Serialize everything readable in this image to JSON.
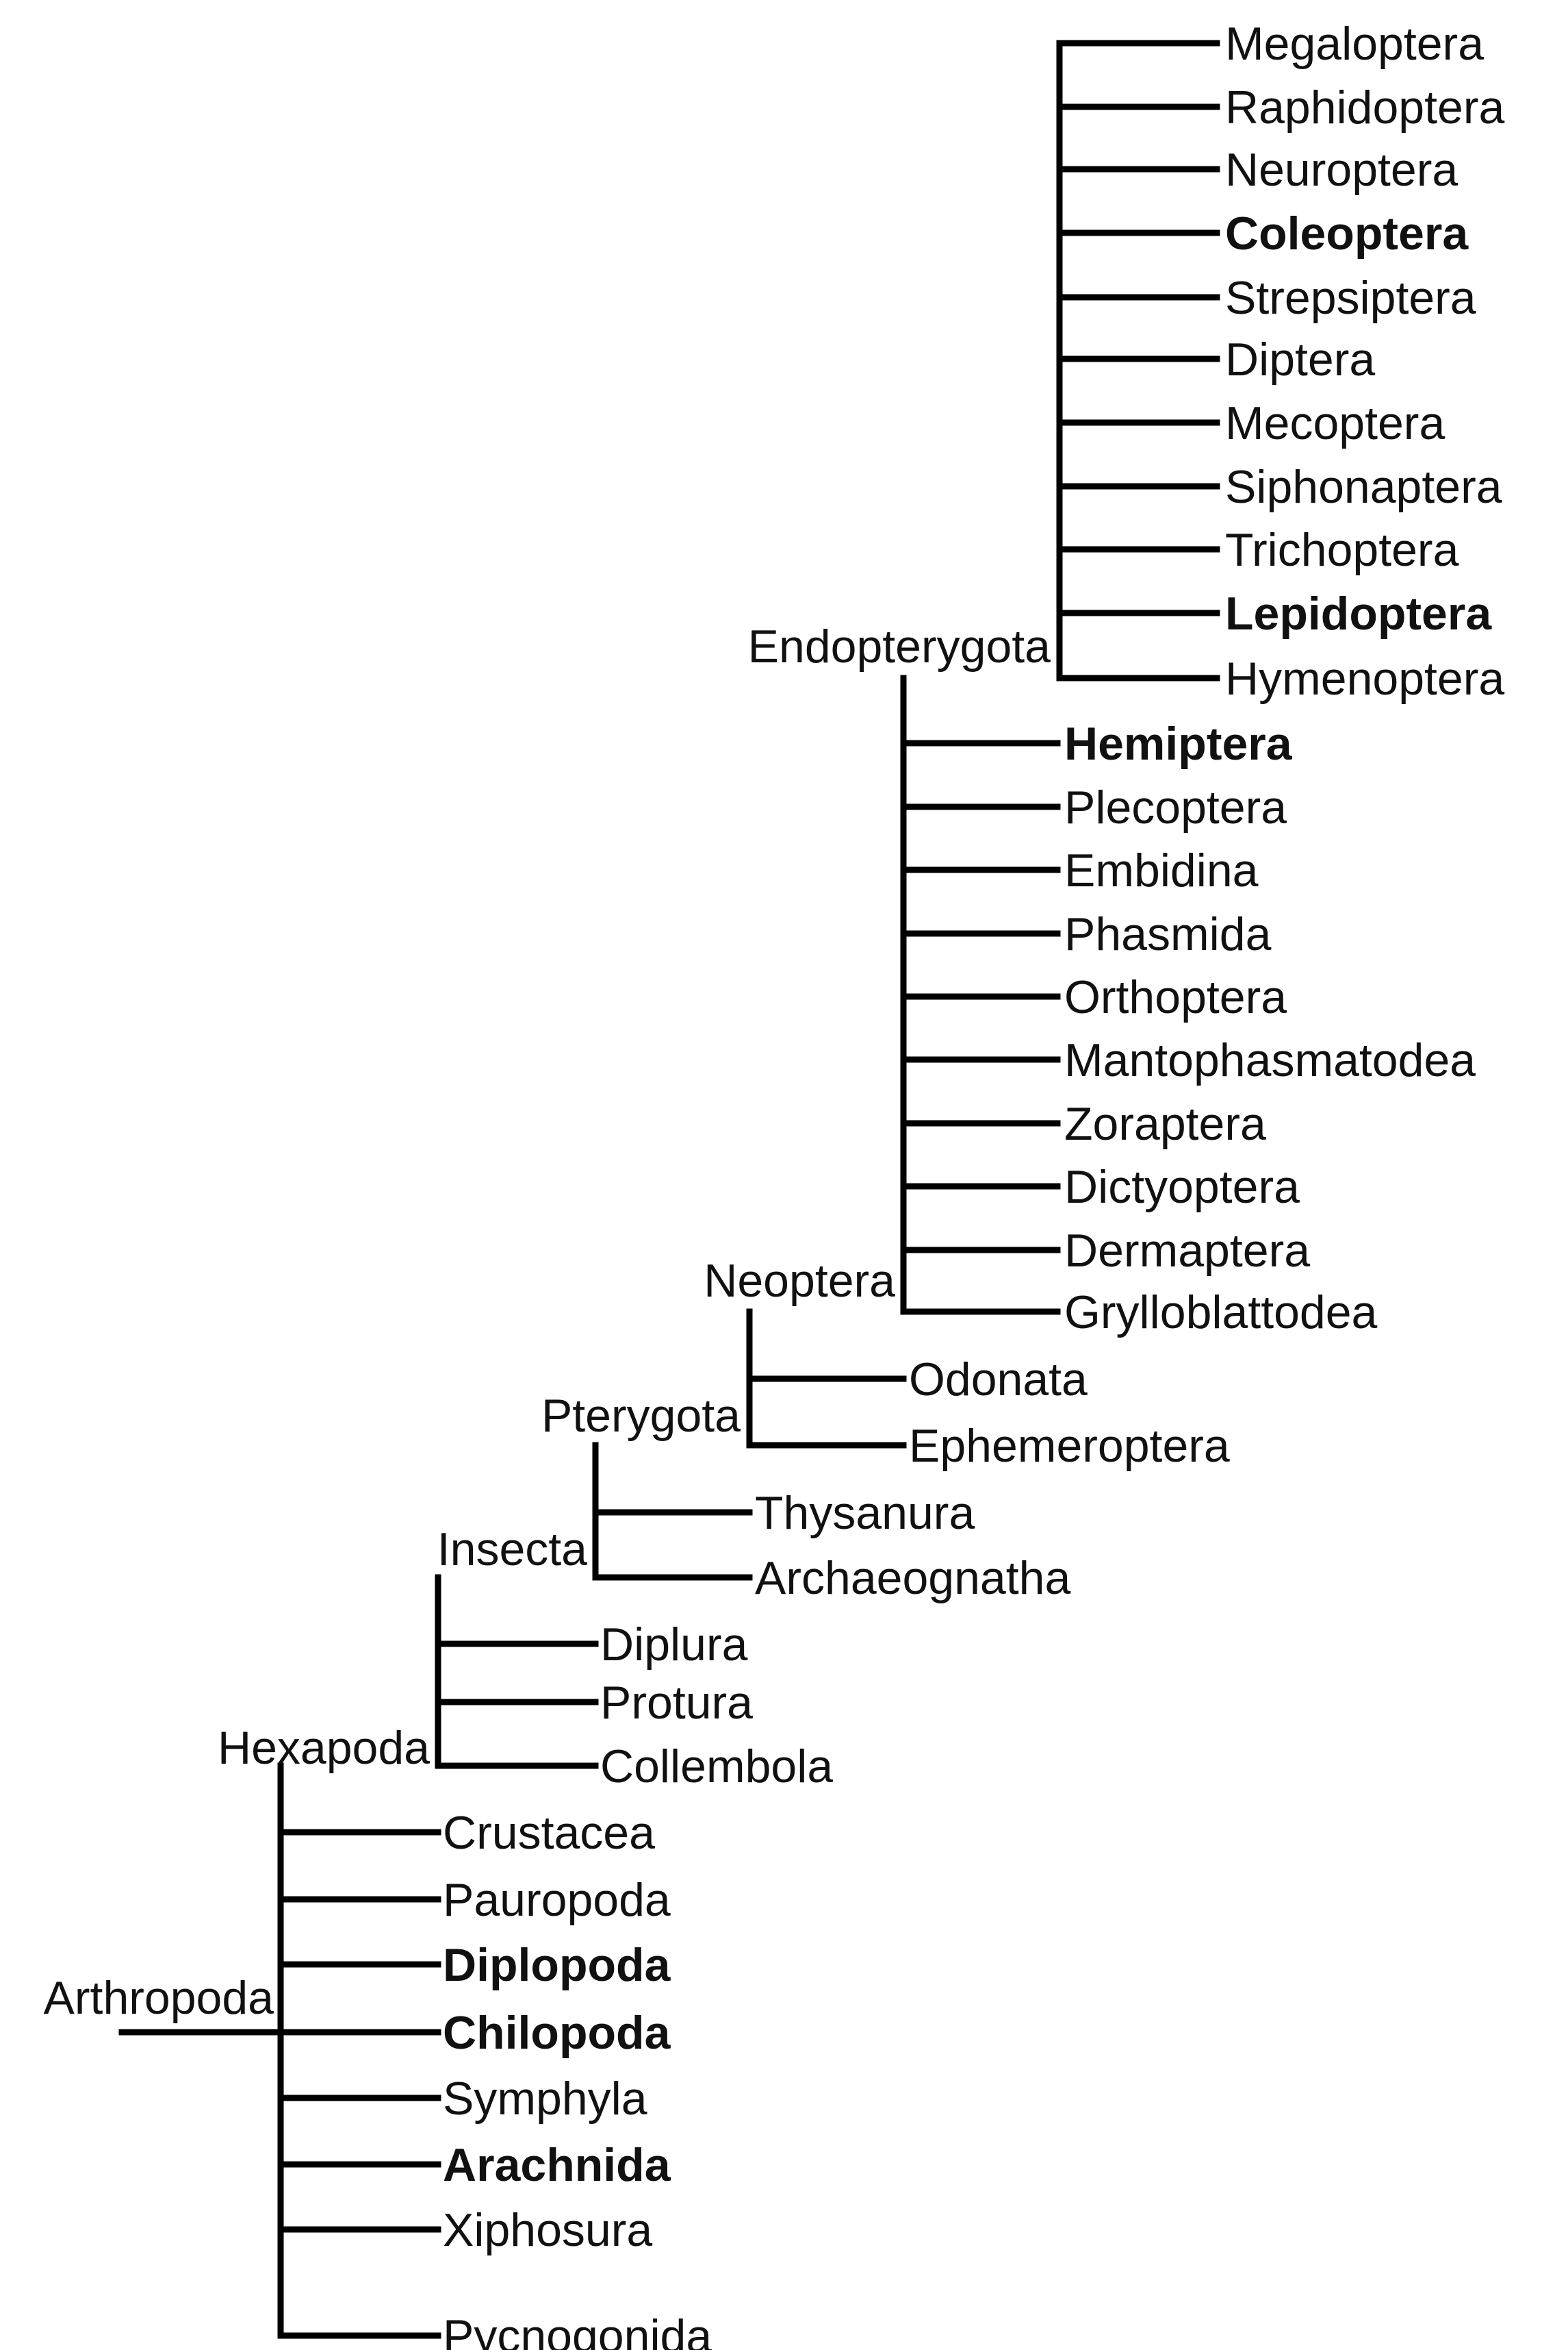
{
  "colors": {
    "line": "#000000",
    "text": "#111111",
    "blue": "#1f1fc8",
    "red": "#cc1a1a",
    "purple": "#9a2aa8"
  },
  "groups": {
    "arthropoda": "Arthropoda",
    "hexapoda": "Hexapoda",
    "insecta": "Insecta",
    "pterygota": "Pterygota",
    "neoptera": "Neoptera",
    "endopterygota": "Endopterygota"
  },
  "taxa": {
    "megaloptera": "Megaloptera",
    "raphidoptera": "Raphidoptera",
    "neuroptera": "Neuroptera",
    "coleoptera": "Coleoptera",
    "strepsiptera": "Strepsiptera",
    "diptera": "Diptera",
    "mecoptera": "Mecoptera",
    "siphonaptera": "Siphonaptera",
    "trichoptera": "Trichoptera",
    "lepidoptera": "Lepidoptera",
    "hymenoptera": "Hymenoptera",
    "hemiptera": "Hemiptera",
    "plecoptera": "Plecoptera",
    "embidina": "Embidina",
    "phasmida": "Phasmida",
    "orthoptera": "Orthoptera",
    "mantophasmatodea": "Mantophasmatodea",
    "zoraptera": "Zoraptera",
    "dictyoptera": "Dictyoptera",
    "dermaptera": "Dermaptera",
    "grylloblattodea": "Grylloblattodea",
    "odonata": "Odonata",
    "ephemeroptera": "Ephemeroptera",
    "thysanura": "Thysanura",
    "archaeognatha": "Archaeognatha",
    "diplura": "Diplura",
    "protura": "Protura",
    "collembola": "Collembola",
    "crustacea": "Crustacea",
    "pauropoda": "Pauropoda",
    "diplopoda": "Diplopoda",
    "chilopoda": "Chilopoda",
    "symphyla": "Symphyla",
    "arachnida": "Arachnida",
    "xiphosura": "Xiphosura",
    "pycnogonida": "Pycnogonida"
  },
  "highlighted": {
    "coleoptera": "blue",
    "lepidoptera": "red",
    "hemiptera": "purple",
    "diplopoda": "blue",
    "chilopoda": "blue",
    "arachnida": "blue"
  }
}
